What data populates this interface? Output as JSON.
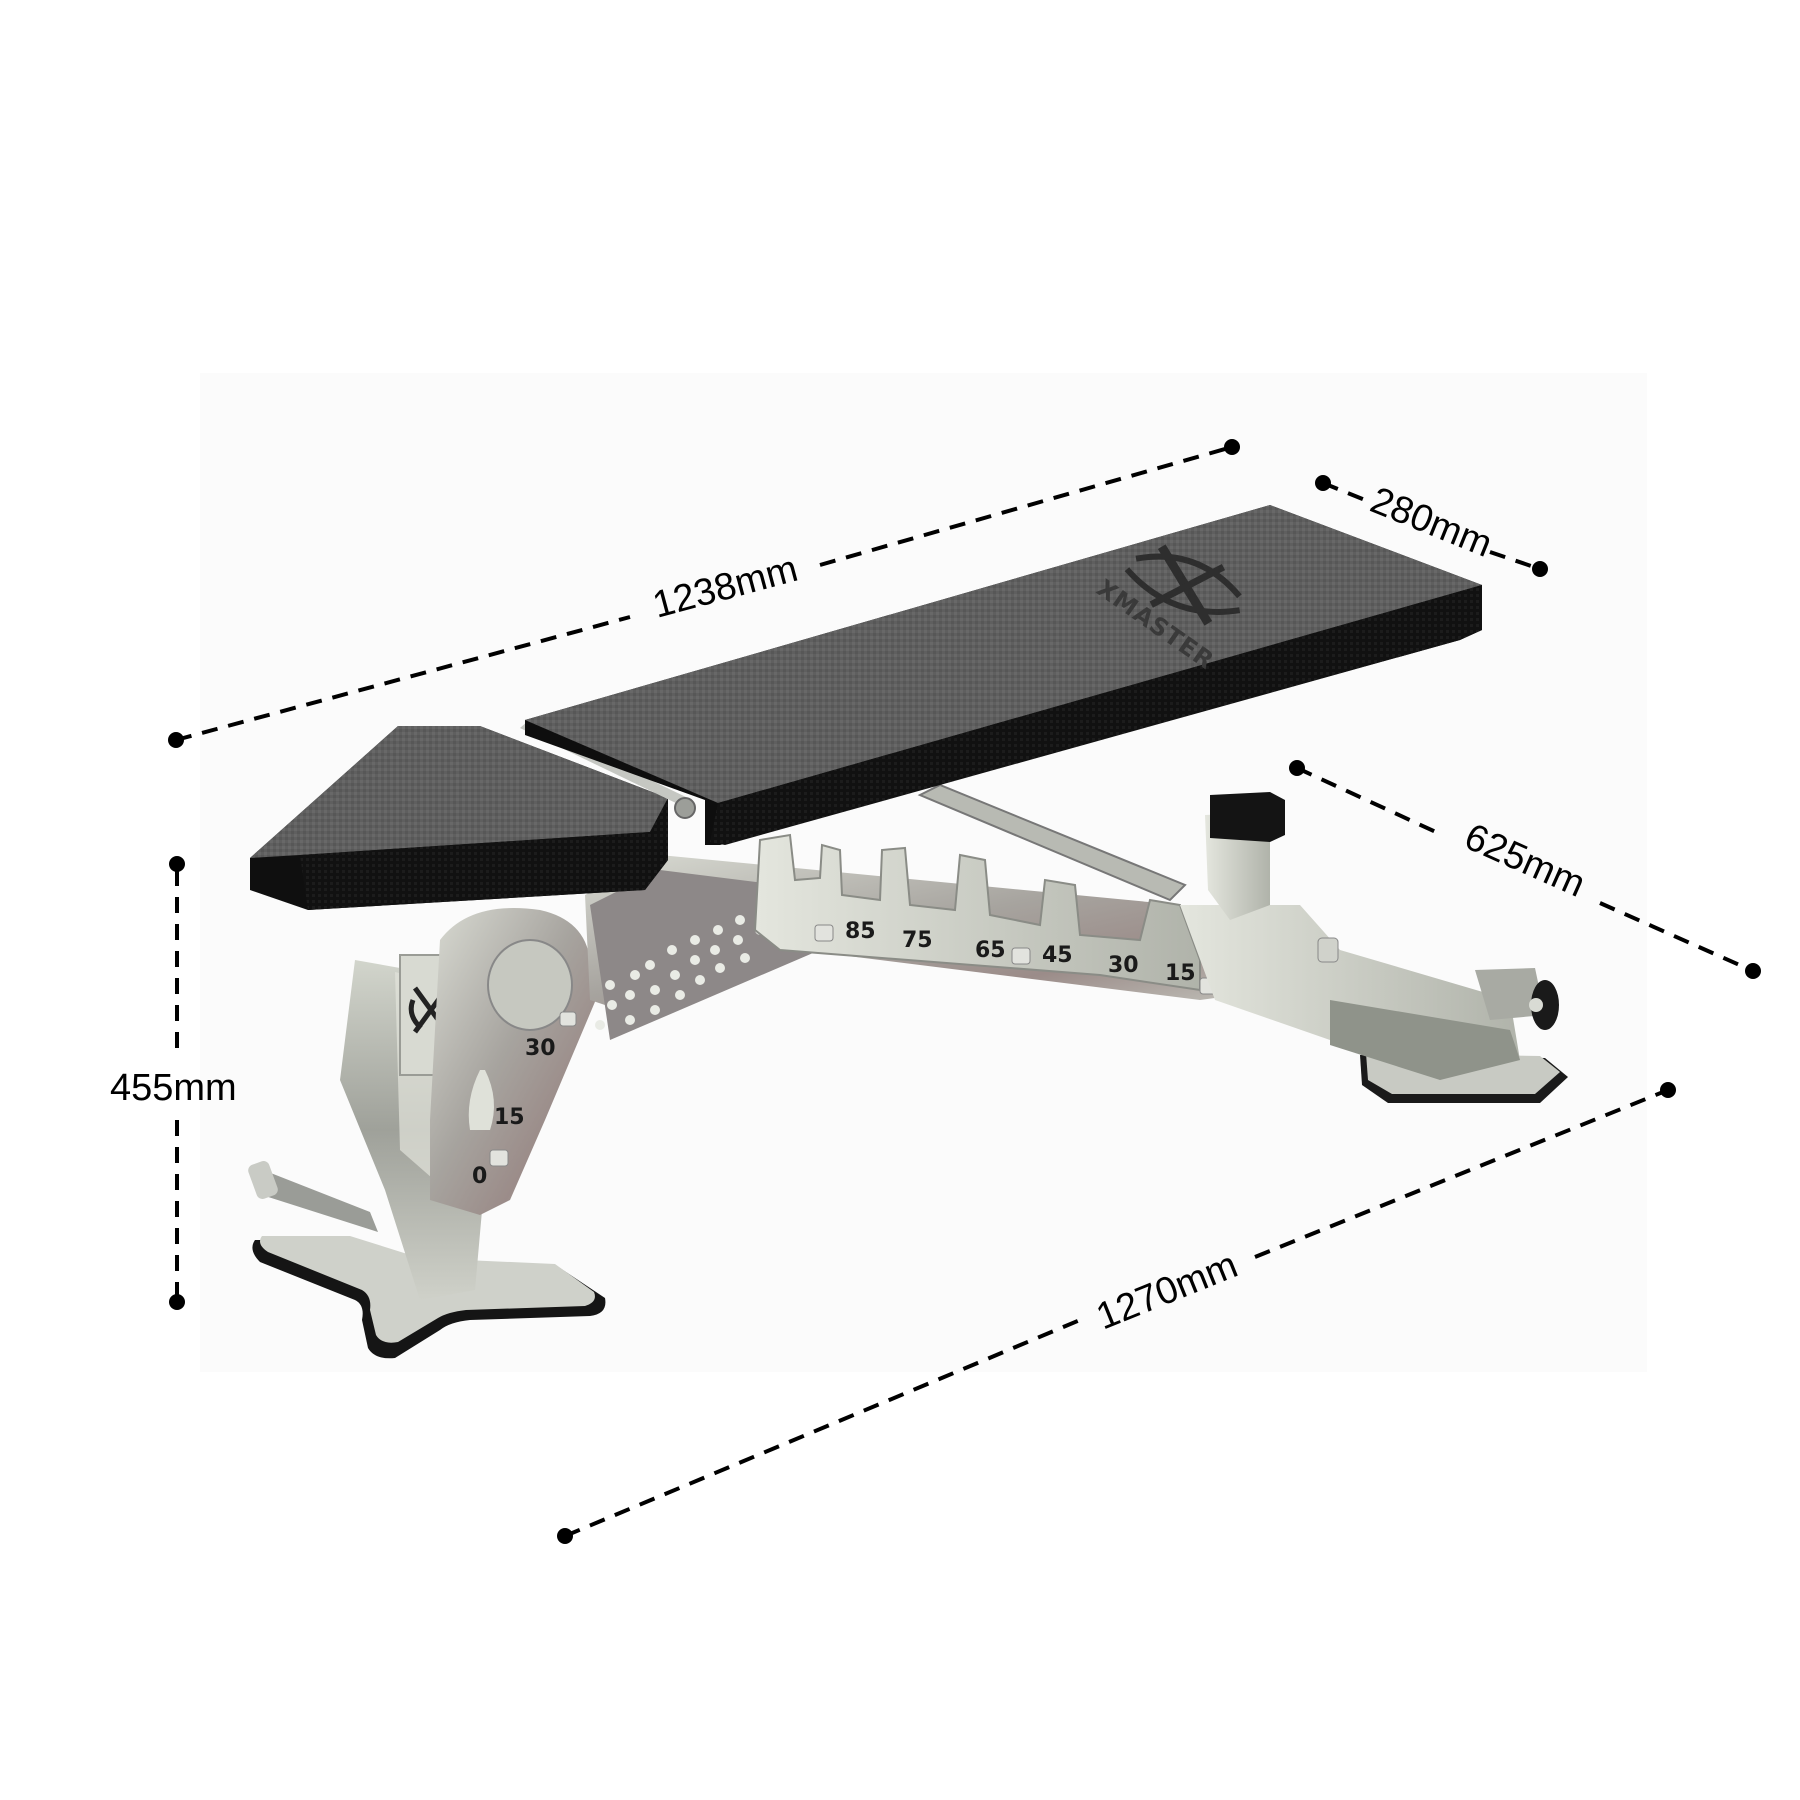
{
  "product": {
    "type": "adjustable weight bench",
    "brand": "XMASTER",
    "colors": {
      "pad": "#5e5e5e",
      "pad_edge": "#111111",
      "frame": "#b9bcb4",
      "frame_shadow": "#8f8a86",
      "background_panel": "#fbfbfb",
      "dimension_line": "#000000"
    }
  },
  "dimensions": {
    "backrest_length": {
      "label": "1238mm"
    },
    "pad_width": {
      "label": "280mm"
    },
    "base_width": {
      "label": "625mm"
    },
    "seat_height": {
      "label": "455mm"
    },
    "overall_length": {
      "label": "1270mm"
    }
  },
  "backrest_angle_scale": {
    "marks": [
      "85",
      "75",
      "65",
      "45",
      "30",
      "15"
    ]
  },
  "seat_angle_scale": {
    "marks": [
      "30",
      "15",
      "0"
    ]
  },
  "icons": {
    "logo_on_pad": "xmaster-logo-icon",
    "logo_on_frame": "xmaster-emblem-icon",
    "dimension_endpoint": "dot-icon"
  }
}
